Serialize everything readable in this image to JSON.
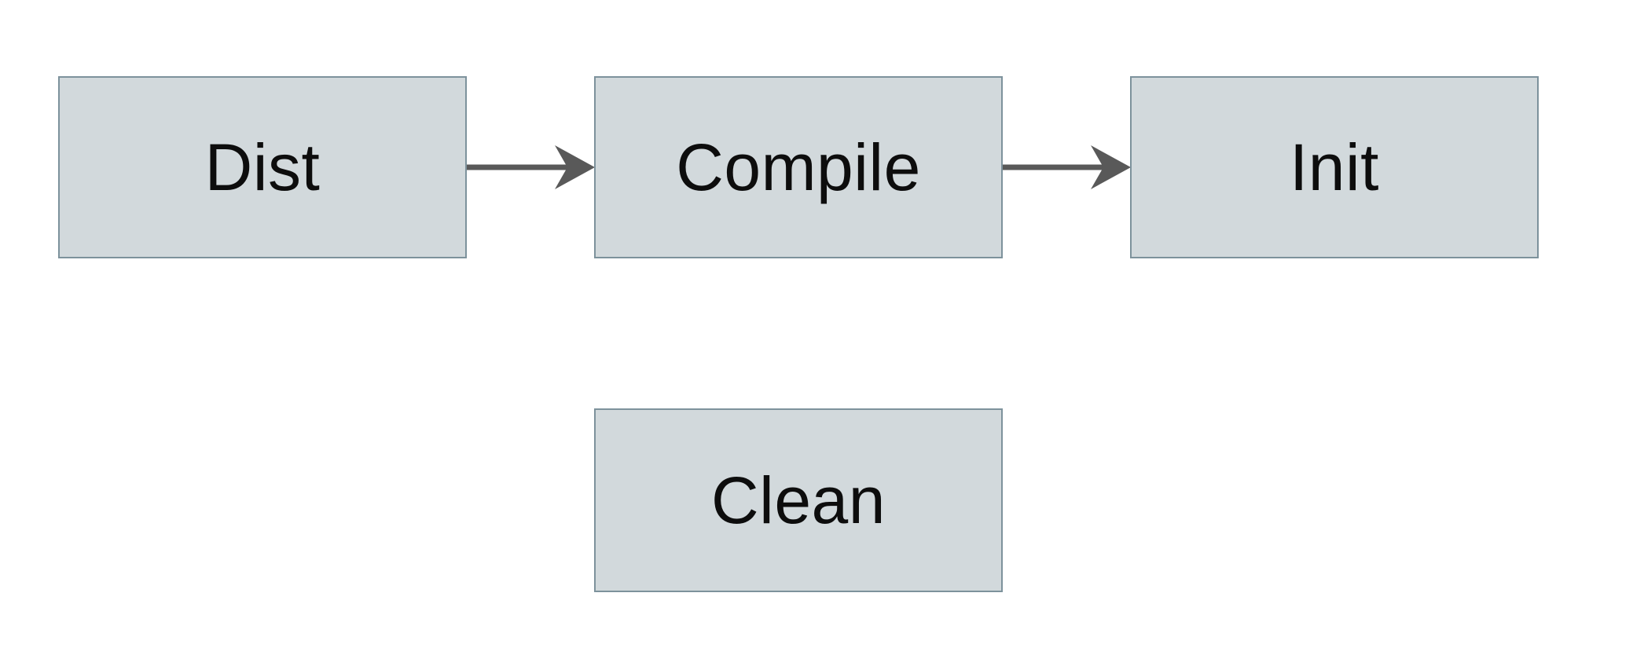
{
  "diagram": {
    "title": "build-targets-flowchart",
    "background_color": "#ffffff",
    "nodes": [
      {
        "id": "dist",
        "label": "Dist"
      },
      {
        "id": "compile",
        "label": "Compile"
      },
      {
        "id": "init",
        "label": "Init"
      },
      {
        "id": "clean",
        "label": "Clean"
      }
    ],
    "edges": [
      {
        "from": "Dist",
        "to": "Compile",
        "direction": "right"
      },
      {
        "from": "Compile",
        "to": "Init",
        "direction": "right"
      }
    ],
    "colors": {
      "node_fill": "#d2d9dc",
      "node_border": "#7d929c",
      "arrow": "#595959",
      "text": "#0d0d0d"
    }
  }
}
